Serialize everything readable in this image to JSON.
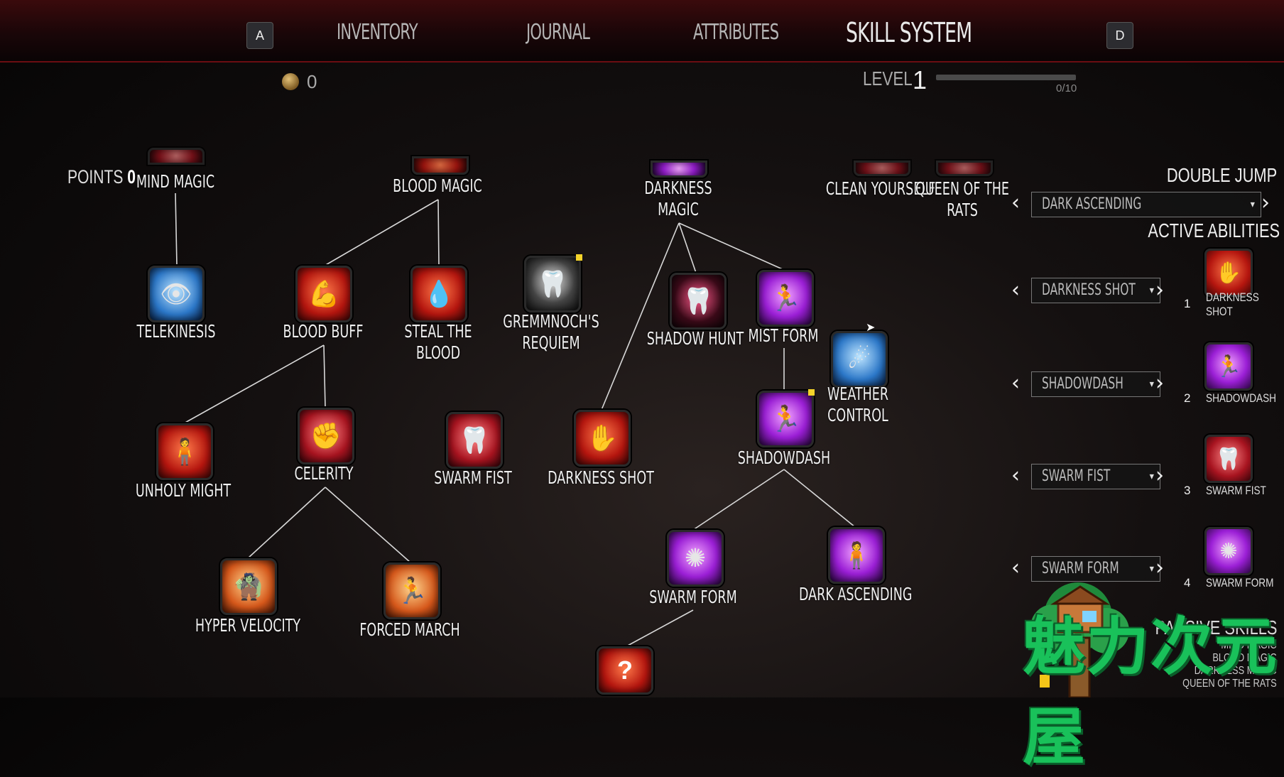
{
  "nav": {
    "left_key": "A",
    "right_key": "D",
    "tabs": [
      "INVENTORY",
      "JOURNAL",
      "ATTRIBUTES",
      "SKILL SYSTEM"
    ]
  },
  "currency": {
    "count": "0",
    "icon": "coin-icon"
  },
  "level": {
    "label": "LEVEL",
    "value": "1",
    "xp_text": "0/10",
    "xp_progress": 0.0
  },
  "points": {
    "label": "POINTS",
    "value": "0"
  },
  "categories": {
    "mind_magic": "MIND MAGIC",
    "blood_magic": "BLOOD MAGIC",
    "darkness_magic": "DARKNESS MAGIC",
    "clean_yourself": "CLEAN YOURSELF",
    "queen_rats": "QUEEN OF THE RATS"
  },
  "skills": {
    "telekinesis": "TELEKINESIS",
    "blood_buff": "BLOOD BUFF",
    "steal_blood": "STEAL THE BLOOD",
    "gremmnoch": "GREMMNOCH'S REQUIEM",
    "shadow_hunt": "SHADOW HUNT",
    "mist_form": "MIST FORM",
    "weather_control": "WEATHER CONTROL",
    "unholy_might": "UNHOLY MIGHT",
    "celerity": "CELERITY",
    "swarm_fist": "SWARM FIST",
    "darkness_shot": "DARKNESS SHOT",
    "shadowdash": "SHADOWDASH",
    "hyper_velocity": "HYPER VELOCITY",
    "forced_march": "FORCED MARCH",
    "swarm_form": "SWARM FORM",
    "dark_ascending": "DARK ASCENDING",
    "unknown": "?"
  },
  "right_panel": {
    "double_jump_label": "DOUBLE JUMP",
    "double_jump_value": "DARK ASCENDING",
    "active_label": "ACTIVE ABILITIES",
    "slots": [
      {
        "num": "1",
        "select": "DARKNESS SHOT",
        "name": "DARKNESS SHOT"
      },
      {
        "num": "2",
        "select": "SHADOWDASH",
        "name": "SHADOWDASH"
      },
      {
        "num": "3",
        "select": "SWARM FIST",
        "name": "SWARM FIST"
      },
      {
        "num": "4",
        "select": "SWARM FORM",
        "name": "SWARM FORM"
      }
    ],
    "passive_label": "PASSIVE SKILLS",
    "passive_items": [
      "MIND MAGIC",
      "BLOOD MAGIC",
      "DARKNESS MAGIC",
      "QUEEN OF THE RATS"
    ]
  },
  "watermark": {
    "text": "魅力次元屋"
  },
  "colors": {
    "accent_red": "#6b0d12",
    "new_badge": "#f5d42a",
    "watermark_green": "#19c15a"
  }
}
